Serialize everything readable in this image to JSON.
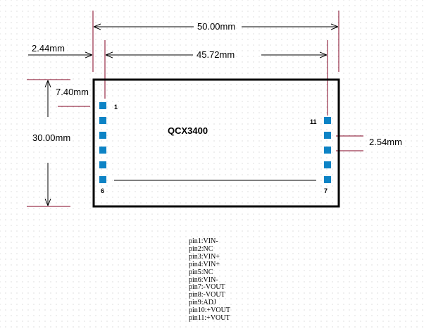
{
  "diagram": {
    "part_name": "QCX3400",
    "dimensions": {
      "total_width": "50.00mm",
      "pin_row_span": "45.72mm",
      "edge_to_pin_offset": "2.44mm",
      "top_to_first_pin": "7.40mm",
      "height": "30.00mm",
      "pin_pitch": "2.54mm"
    },
    "pin_labels": {
      "pin1": "1",
      "pin6": "6",
      "pin7": "7",
      "pin11": "11"
    },
    "colors": {
      "pad": "#0d83c5",
      "dimension_line": "#800020",
      "outline": "#000000"
    }
  },
  "pin_list": [
    "pin1:VIN-",
    "pin2:NC",
    "pin3:VIN+",
    "pin4:VIN+",
    "pin5:NC",
    "pin6:VIN-",
    "pin7:-VOUT",
    "pin8:-VOUT",
    "pin9:ADJ",
    "pin10:+VOUT",
    "pin11:+VOUT"
  ]
}
